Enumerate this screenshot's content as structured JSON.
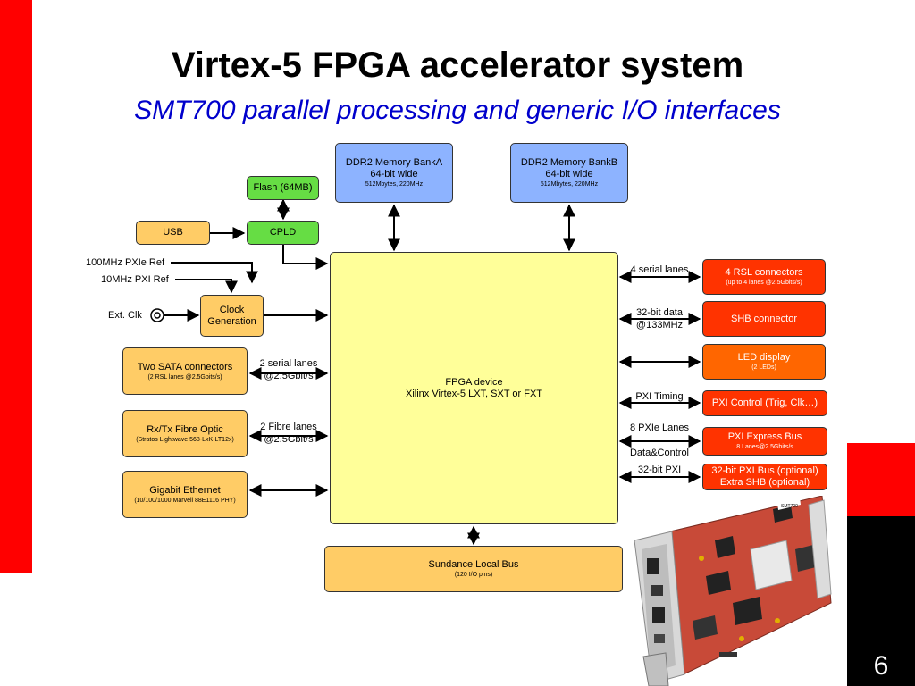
{
  "title": "Virtex-5 FPGA accelerator system",
  "subtitle": "SMT700 parallel processing and generic I/O interfaces",
  "page_number": "6",
  "colors": {
    "accent_red": "#ff0000",
    "title_blue": "#0000cc",
    "memory_blue": "#8db3ff",
    "fpga_yellow": "#ffff99",
    "io_orange": "#ffcc66",
    "connector_red": "#ff3300",
    "flash_green": "#66dd44"
  },
  "blocks": {
    "ddr_a": {
      "line1": "DDR2 Memory BankA",
      "line2": "64-bit wide",
      "detail": "512Mbytes, 220MHz"
    },
    "ddr_b": {
      "line1": "DDR2 Memory BankB",
      "line2": "64-bit wide",
      "detail": "512Mbytes, 220MHz"
    },
    "flash": {
      "label": "Flash (64MB)"
    },
    "usb": {
      "label": "USB"
    },
    "cpld": {
      "label": "CPLD"
    },
    "clock": {
      "line1": "Clock",
      "line2": "Generation"
    },
    "sata": {
      "label": "Two SATA connectors",
      "detail": "(2 RSL lanes @2.5Gbits/s)"
    },
    "fibre": {
      "label": "Rx/Tx Fibre Optic",
      "detail": "(Stratos Lightwave 568-LxK-LT12x)"
    },
    "ethernet": {
      "label": "Gigabit Ethernet",
      "detail": "(10/100/1000 Marvell 88E1116 PHY)"
    },
    "fpga": {
      "line1": "FPGA device",
      "line2": "Xilinx Virtex-5 LXT, SXT or FXT"
    },
    "sundance": {
      "label": "Sundance Local Bus",
      "detail": "(120 I/O pins)"
    },
    "rsl": {
      "label": "4 RSL connectors",
      "detail": "(up to 4 lanes @2.5Gbits/s)"
    },
    "shb": {
      "label": "SHB connector"
    },
    "led": {
      "label": "LED display",
      "detail": "(2 LEDs)"
    },
    "pxi_control": {
      "label": "PXI Control (Trig, Clk…)"
    },
    "pxi_express": {
      "label": "PXI Express Bus",
      "detail": "8 Lanes@2.5Gbits/s"
    },
    "pxi_bus": {
      "line1": "32-bit PXI Bus (optional)",
      "line2": "Extra SHB (optional)"
    }
  },
  "labels": {
    "pxie_ref": "100MHz PXIe Ref",
    "pxi_ref": "10MHz PXI Ref",
    "ext_clk": "Ext. Clk",
    "sata_lanes_1": "2 serial lanes",
    "sata_lanes_2": "@2.5Gbit/s",
    "fibre_lanes_1": "2 Fibre lanes",
    "fibre_lanes_2": "@2.5Gbit/s",
    "serial_lanes": "4 serial lanes",
    "data_32_1": "32-bit data",
    "data_32_2": "@133MHz",
    "pxi_timing": "PXI Timing",
    "pxie_lanes": "8 PXIe Lanes",
    "data_control": "Data&Control",
    "pxi_32": "32-bit PXI"
  },
  "board": {
    "model_label": "SMT700"
  }
}
